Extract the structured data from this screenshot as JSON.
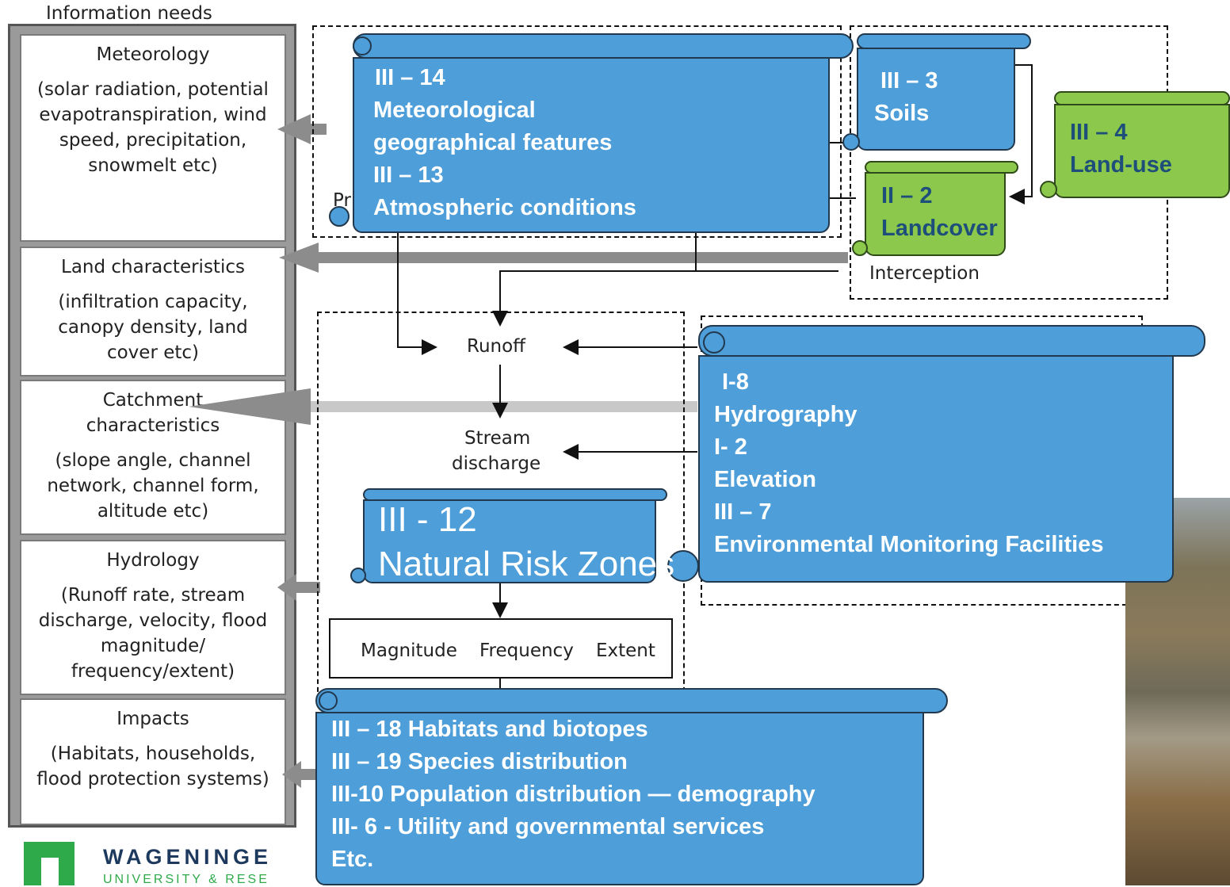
{
  "needs": {
    "title": "Information needs",
    "items": [
      {
        "heading": "Meteorology",
        "detail": "(solar radiation, potential evapotranspiration, wind speed, precipitation, snowmelt etc)"
      },
      {
        "heading": "Land characteristics",
        "detail": "(infiltration capacity, canopy density, land cover etc)"
      },
      {
        "heading": "Catchment characteristics",
        "detail": "(slope angle, channel network, channel form, altitude etc)"
      },
      {
        "heading": "Hydrology",
        "detail": "(Runoff rate, stream discharge, velocity, flood magnitude/ frequency/extent)"
      },
      {
        "heading": "Impacts",
        "detail": "(Habitats, households, flood protection systems)"
      }
    ]
  },
  "flow": {
    "interception": "Interception",
    "runoff": "Runoff",
    "stream": "Stream",
    "discharge": "discharge",
    "magnitude": "Magnitude",
    "frequency": "Frequency",
    "extent": "Extent",
    "partial": "Pr"
  },
  "scrolls": {
    "meteo": [
      "III – 14",
      "Meteorological",
      "geographical features",
      "III – 13",
      "Atmospheric conditions"
    ],
    "soils": [
      "III – 3",
      "Soils"
    ],
    "landuse": [
      "III – 4",
      "Land-use"
    ],
    "landcover": [
      "II – 2",
      "Landcover"
    ],
    "hydro": [
      "I-8",
      "Hydrography",
      "I- 2",
      "Elevation",
      "III – 7",
      "Environmental Monitoring Facilities"
    ],
    "risk": [
      "III - 12",
      "Natural Risk Zones"
    ],
    "impacts": [
      "III – 18 Habitats and biotopes",
      "III – 19 Species distribution",
      "III-10 Population distribution — demography",
      "III- 6 - Utility and governmental services",
      "Etc."
    ]
  },
  "logo": {
    "name": "WAGENINGE",
    "sub": "UNIVERSITY & RESE"
  },
  "colors": {
    "scroll_blue": "#4e9ed9",
    "scroll_green": "#8cc84b",
    "logo_green": "#2eaa4a"
  }
}
